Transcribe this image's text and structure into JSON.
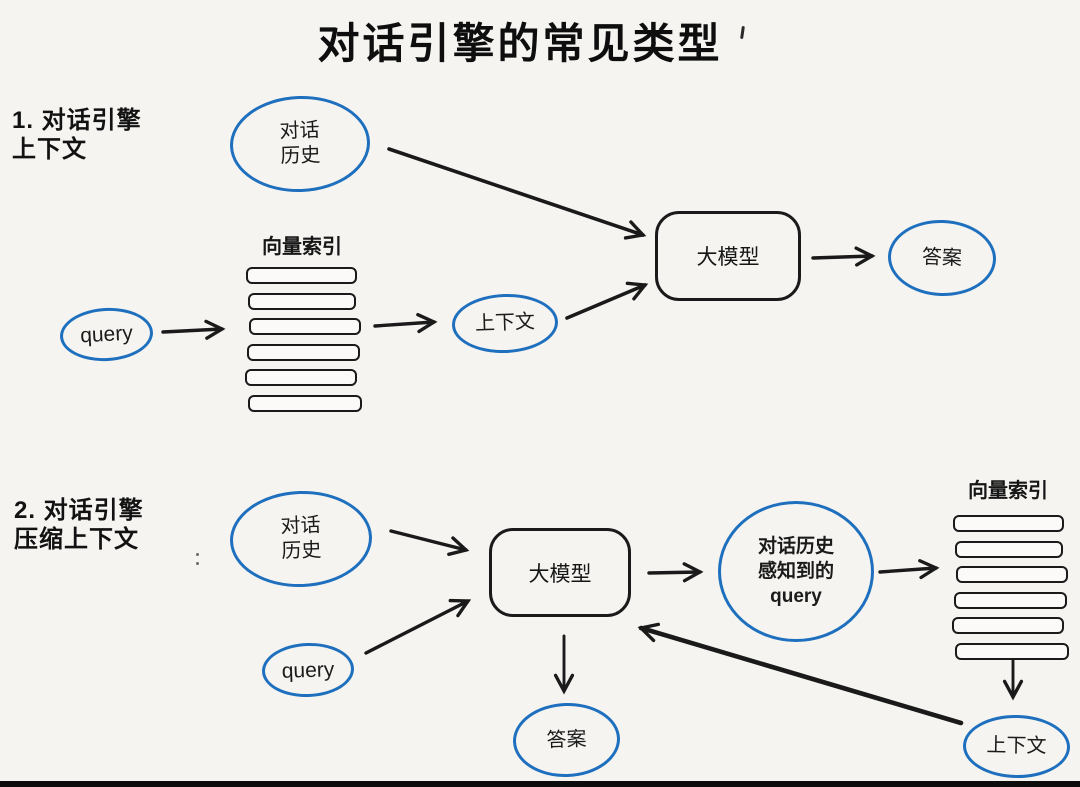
{
  "title": "对话引擎的常见类型",
  "colors": {
    "accent_blue": "#1e6fbe",
    "ink": "#1a1a1a"
  },
  "sections": [
    {
      "heading": {
        "line1": "1. 对话引擎",
        "line2": "上下文"
      },
      "nodes": {
        "dialog_history": {
          "line1": "对话",
          "line2": "历史"
        },
        "vector_index_label": "向量索引",
        "query": "query",
        "context": "上下文",
        "model": "大模型",
        "answer": "答案"
      }
    },
    {
      "heading": {
        "line1": "2. 对话引擎",
        "line2": "压缩上下文"
      },
      "nodes": {
        "dialog_history": {
          "line1": "对话",
          "line2": "历史"
        },
        "query": "query",
        "model": "大模型",
        "aware_query": {
          "line1": "对话历史",
          "line2": "感知到的",
          "line3": "query"
        },
        "vector_index_label": "向量索引",
        "context": "上下文",
        "answer": "答案"
      }
    }
  ]
}
